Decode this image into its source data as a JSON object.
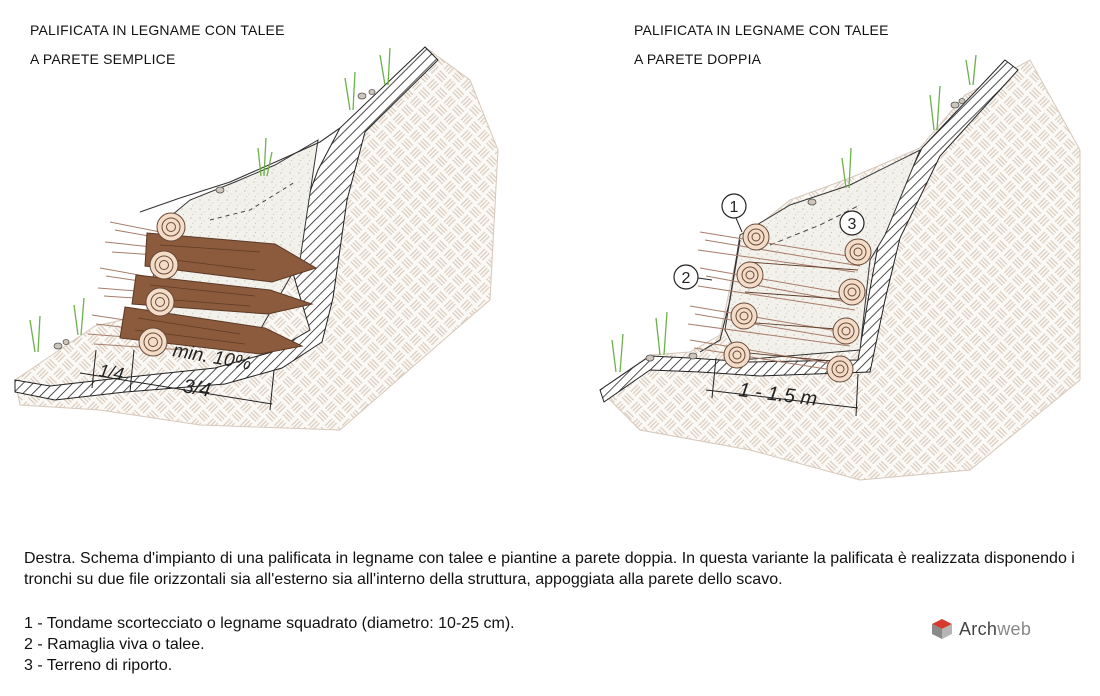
{
  "left_diagram": {
    "title_line1": "PALIFICATA IN LEGNAME CON TALEE",
    "title_line2": "A PARETE SEMPLICE",
    "dim_quarter": "1/4",
    "dim_three_quarter": "3/4",
    "dim_slope": "min. 10%"
  },
  "right_diagram": {
    "title_line1": "PALIFICATA IN LEGNAME CON TALEE",
    "title_line2": "A PARETE DOPPIA",
    "dim_width": "1 - 1.5 m",
    "markers": [
      "1",
      "2",
      "3"
    ]
  },
  "caption": "Destra. Schema d'impianto di una palificata in legname con talee e piantine a parete doppia. In questa variante la palificata è realizzata disponendo i tronchi su due file orizzontali sia all'esterno sia all'interno della struttura, appoggiata alla parete dello scavo.",
  "legend": [
    "1 - Tondame scortecciato o legname squadrato (diametro: 10-25 cm).",
    "2 - Ramaglia viva o talee.",
    "3 - Terreno di riporto."
  ],
  "brand": {
    "part1": "Arch",
    "part2": "web"
  },
  "colors": {
    "soil_hatch": "#d9cbbd",
    "wood_brown": "#8c5a3c",
    "log_end": "#f3dcc8",
    "branches": "#a87c6a",
    "grass": "#6db14a",
    "fill_soil": "#f2efe8"
  }
}
